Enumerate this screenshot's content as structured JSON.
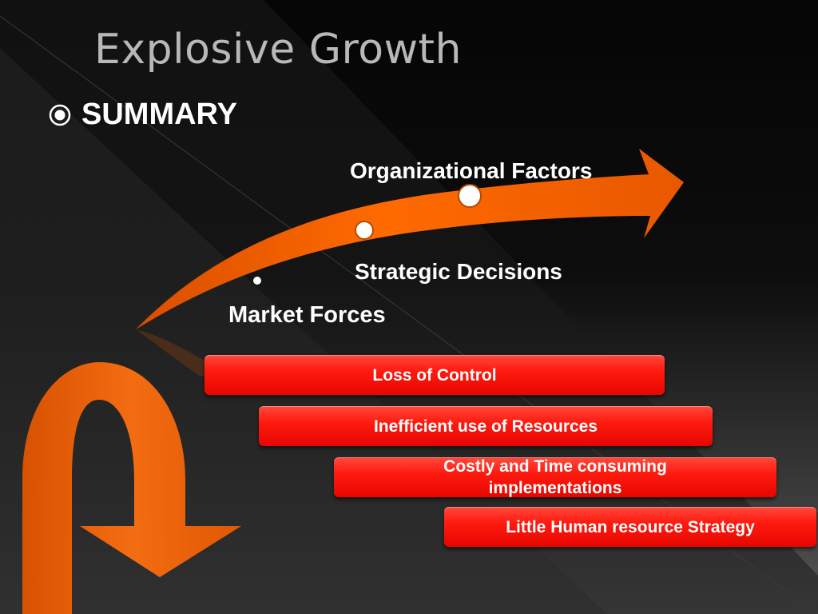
{
  "slide": {
    "title": "Explosive Growth",
    "bullet": {
      "icon": "target-bullet-icon",
      "label": "SUMMARY"
    }
  },
  "arrow_labels": {
    "organizational": "Organizational Factors",
    "strategic": "Strategic Decisions",
    "market": "Market Forces"
  },
  "issues": [
    "Loss of Control",
    "Inefficient use of Resources",
    "Costly and Time consuming implementations",
    "Little Human resource Strategy"
  ],
  "colors": {
    "arrow": "#ff6a00",
    "bars": "#ff1a0f",
    "title": "#b8b8b8"
  }
}
